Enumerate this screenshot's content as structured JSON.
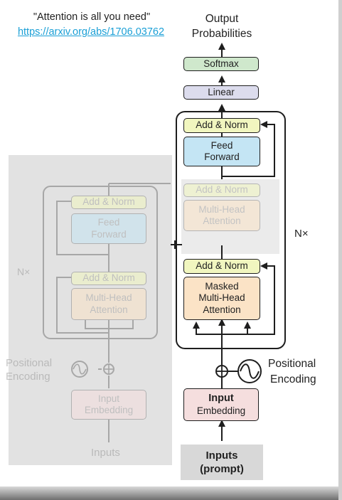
{
  "header": {
    "quote": "\"Attention is all you need\"",
    "link": "https://arxiv.org/abs/1706.03762"
  },
  "decoder": {
    "output_label_line1": "Output",
    "output_label_line2": "Probabilities",
    "softmax": "Softmax",
    "linear": "Linear",
    "add_norm": "Add & Norm",
    "feed_forward_line1": "Feed",
    "feed_forward_line2": "Forward",
    "multi_head_line1": "Multi-Head",
    "multi_head_line2": "Attention",
    "masked_line1": "Masked",
    "masked_line2": "Multi-Head",
    "masked_line3": "Attention",
    "nx": "N×",
    "positional_line1": "Positional",
    "positional_line2": "Encoding",
    "input_line1": "Input",
    "input_line2": "Embedding",
    "inputs_line1": "Inputs",
    "inputs_line2": "(prompt)"
  },
  "encoder": {
    "add_norm": "Add & Norm",
    "feed_forward_line1": "Feed",
    "feed_forward_line2": "Forward",
    "multi_head_line1": "Multi-Head",
    "multi_head_line2": "Attention",
    "nx": "N×",
    "positional_line1": "Positional",
    "positional_line2": "Encoding",
    "input_line1": "Input",
    "input_line2": "Embedding",
    "inputs": "Inputs"
  },
  "colors": {
    "softmax": "#cfe8cc",
    "linear": "#dcdced",
    "add_norm": "#f1f6bf",
    "feed_forward": "#c4e5f4",
    "attention": "#fbe3c6",
    "embedding": "#f5dede",
    "link": "#1a9fd6"
  }
}
